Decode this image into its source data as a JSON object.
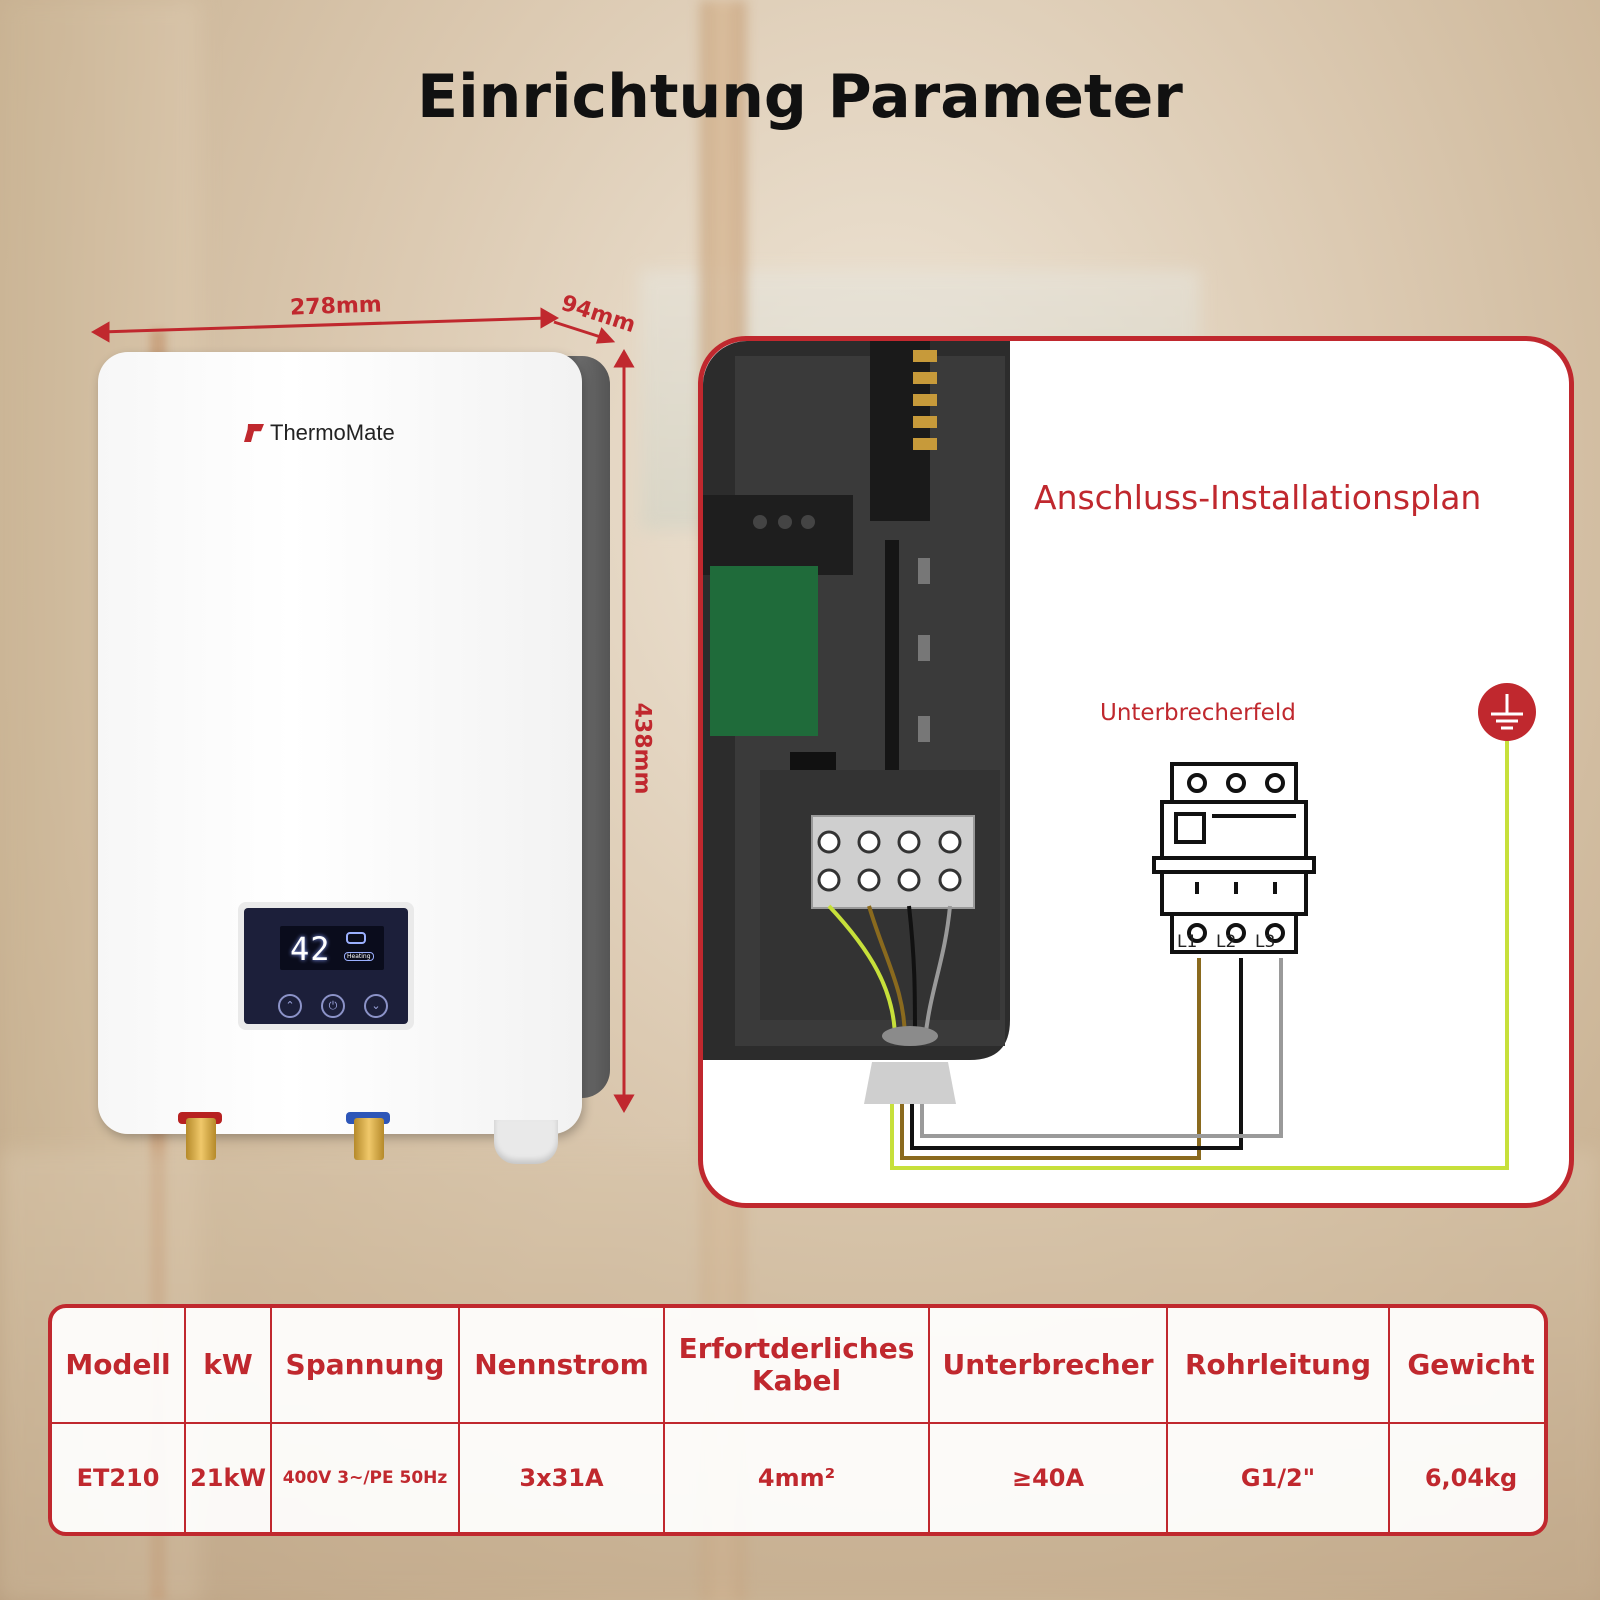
{
  "title": "Einrichtung Parameter",
  "dimensions": {
    "width": "278mm",
    "depth": "94mm",
    "height": "438mm"
  },
  "device": {
    "brand": "ThermoMate",
    "display_temp": "42",
    "display_status": "Heating"
  },
  "wiring": {
    "title": "Anschluss-Installationsplan",
    "breaker_label": "Unterbrecherfeld",
    "terminals": [
      "L1",
      "L2",
      "L3"
    ]
  },
  "table": {
    "headers": [
      "Modell",
      "kW",
      "Spannung",
      "Nennstrom",
      "Erfortderliches Kabel",
      "Unterbrecher",
      "Rohrleitung",
      "Gewicht"
    ],
    "row": [
      "ET210",
      "21kW",
      "400V 3~/PE 50Hz",
      "3x31A",
      "4mm²",
      "≥40A",
      "G1/2\"",
      "6,04kg"
    ]
  },
  "colors": {
    "accent": "#c0282e",
    "wire_yellow_green": "#c7e03a",
    "wire_brown": "#8a6a1e",
    "wire_black": "#111111",
    "wire_grey": "#9a9a9a"
  },
  "icons": [
    "up-arrow-icon",
    "power-icon",
    "down-arrow-icon",
    "ground-icon"
  ]
}
